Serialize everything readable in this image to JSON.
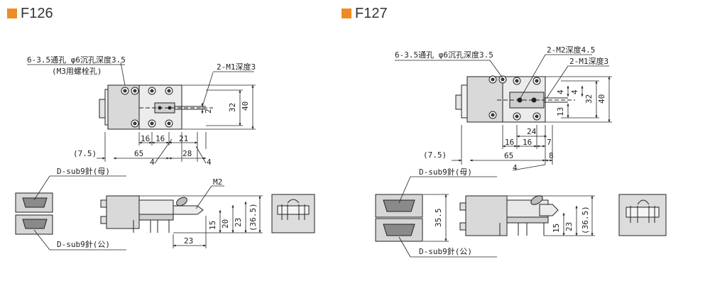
{
  "models": [
    {
      "code": "F126",
      "accent": "#f08a24"
    },
    {
      "code": "F127",
      "accent": "#f08a24"
    }
  ],
  "f126": {
    "hole_note_line1": "6-3.5通孔 φ6沉孔深度3.5",
    "hole_note_line2": "(M3用螺栓孔)",
    "tap_note": "2-M1深度3",
    "dsub_female": "D-sub9針(母)",
    "dsub_male": "D-sub9針(公)",
    "m2_note": "M2",
    "dims": {
      "d7_5": "(7.5)",
      "d65": "65",
      "d16a": "16",
      "d16b": "16",
      "d21": "21",
      "d28": "28",
      "d4a": "4",
      "d4b": "4",
      "d2": "2",
      "d32": "32",
      "d40": "40",
      "d15": "15",
      "d20": "20",
      "d23v": "23",
      "d36_5": "(36.5)",
      "d23h": "23"
    }
  },
  "f127": {
    "hole_note": "6-3.5通孔 φ6沉孔深度3.5",
    "tap_note_a": "2-M2深度4.5",
    "tap_note_b": "2-M1深度3",
    "dsub_female": "D-sub9針(母)",
    "dsub_male": "D-sub9針(公)",
    "dims": {
      "d7_5": "(7.5)",
      "d65": "65",
      "d16a": "16",
      "d16b": "16",
      "d7": "7",
      "d24": "24",
      "d8": "8",
      "d4h": "4",
      "d4a": "4",
      "d4b": "4",
      "d13": "13",
      "d32": "32",
      "d40": "40",
      "d35_5": "35.5",
      "d15": "15",
      "d23": "23",
      "d36_5": "(36.5)"
    }
  }
}
